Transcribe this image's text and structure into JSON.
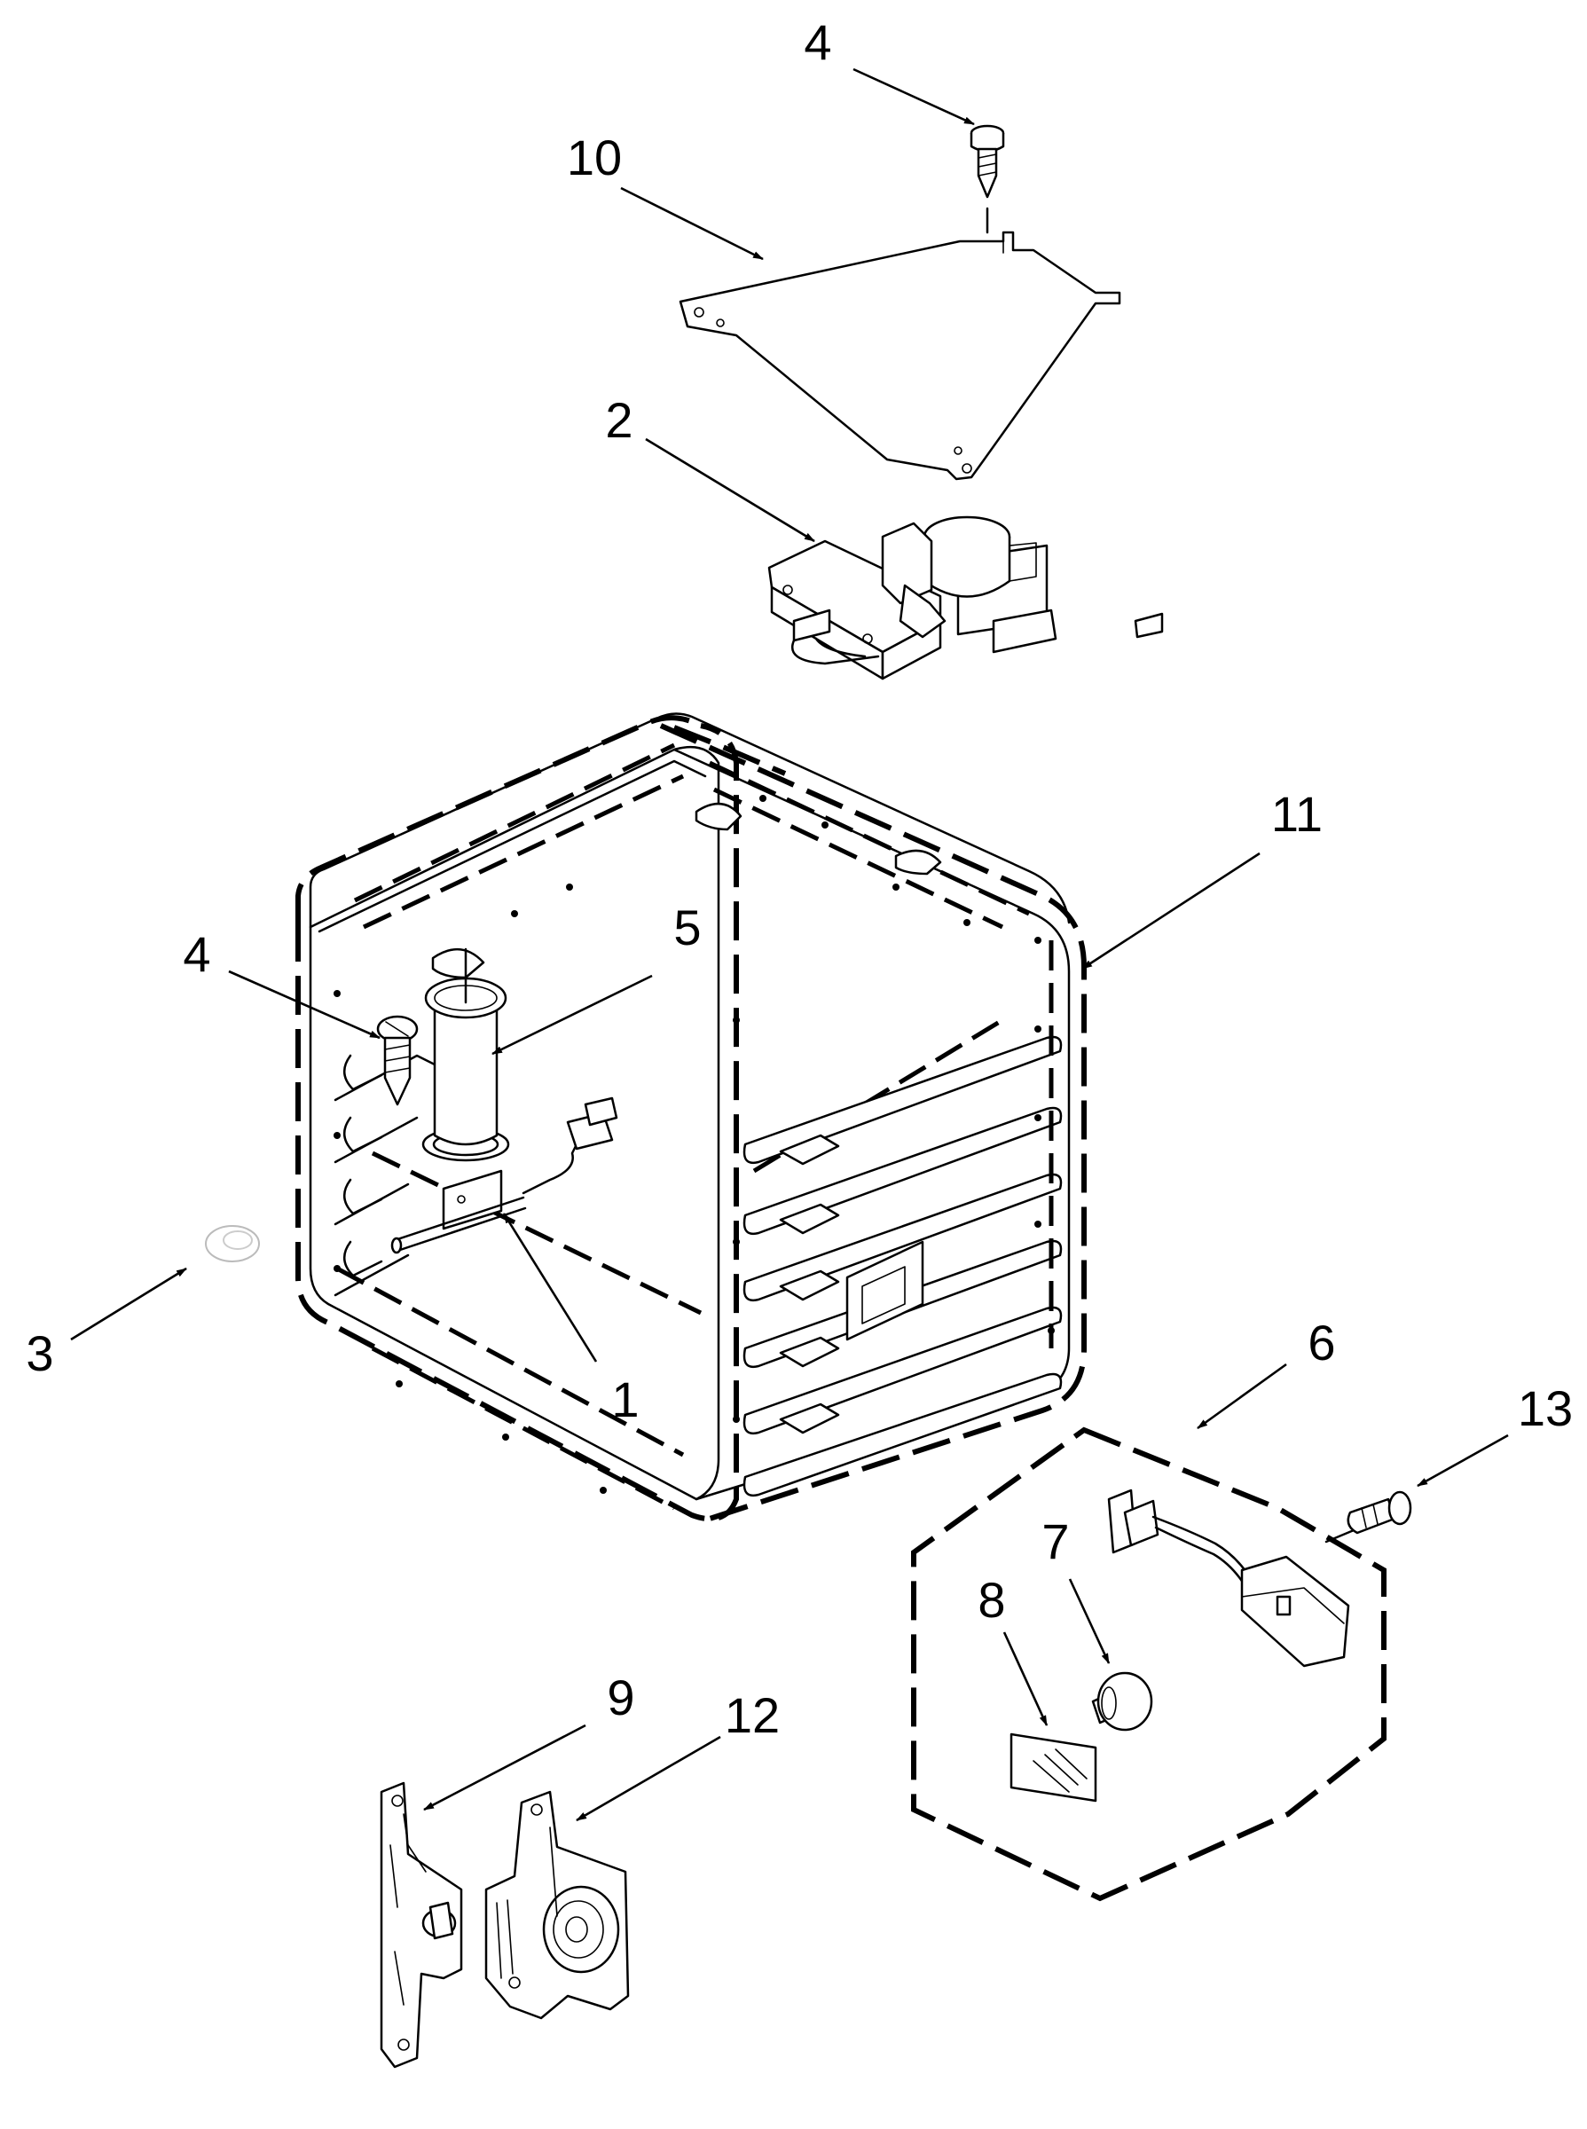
{
  "callouts": [
    {
      "label": "4"
    },
    {
      "label": "10"
    },
    {
      "label": "2"
    },
    {
      "label": "11"
    },
    {
      "label": "5"
    },
    {
      "label": "4"
    },
    {
      "label": "3"
    },
    {
      "label": "1"
    },
    {
      "label": "6"
    },
    {
      "label": "13"
    },
    {
      "label": "7"
    },
    {
      "label": "8"
    },
    {
      "label": "9"
    },
    {
      "label": "12"
    }
  ],
  "colors": {
    "ink": "#000000",
    "paper": "#ffffff"
  }
}
